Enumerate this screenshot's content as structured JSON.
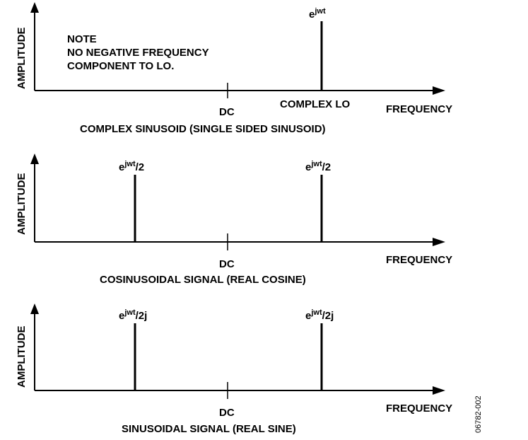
{
  "panels": [
    {
      "y_axis_label": "AMPLITUDE",
      "x_axis_label": "FREQUENCY",
      "dc_label": "DC",
      "caption": "COMPLEX SINUSOID (SINGLE SIDED SINUSOID)",
      "note_lines": [
        "NOTE",
        "NO NEGATIVE FREQUENCY",
        "COMPONENT TO LO."
      ],
      "spikes": [
        {
          "side": "positive",
          "label_base": "e",
          "label_sup": "jwt",
          "label_tail": ""
        }
      ],
      "positive_tick_label": "COMPLEX LO"
    },
    {
      "y_axis_label": "AMPLITUDE",
      "x_axis_label": "FREQUENCY",
      "dc_label": "DC",
      "caption": "COSINUSOIDAL SIGNAL (REAL COSINE)",
      "note_lines": [],
      "spikes": [
        {
          "side": "negative",
          "label_base": "e",
          "label_sup": "jwt",
          "label_tail": "/2"
        },
        {
          "side": "positive",
          "label_base": "e",
          "label_sup": "jwt",
          "label_tail": "/2"
        }
      ],
      "positive_tick_label": ""
    },
    {
      "y_axis_label": "AMPLITUDE",
      "x_axis_label": "FREQUENCY",
      "dc_label": "DC",
      "caption": "SINUSOIDAL SIGNAL (REAL SINE)",
      "note_lines": [],
      "spikes": [
        {
          "side": "negative",
          "label_base": "e",
          "label_sup": "jwt",
          "label_tail": "/2j"
        },
        {
          "side": "positive",
          "label_base": "e",
          "label_sup": "jwt",
          "label_tail": "/2j"
        }
      ],
      "positive_tick_label": ""
    }
  ],
  "figure_id": "06782-002",
  "line_color": "#000000"
}
